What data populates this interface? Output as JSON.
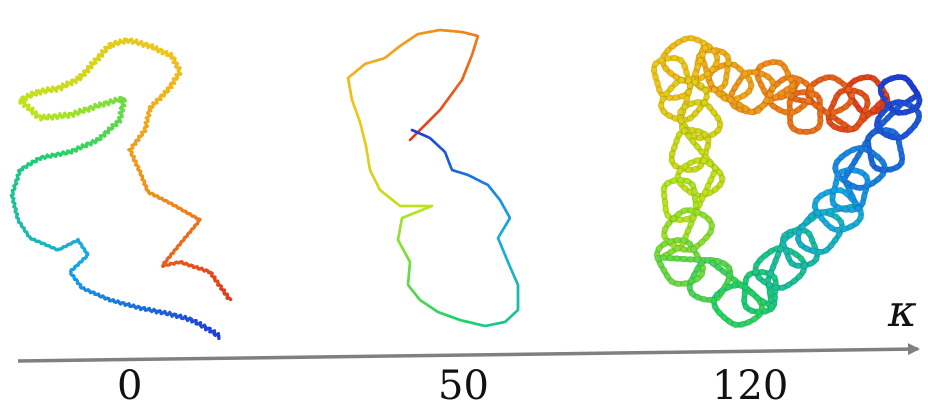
{
  "axis": {
    "symbol": "κ",
    "ticks": [
      {
        "label": "0"
      },
      {
        "label": "50"
      },
      {
        "label": "120"
      }
    ],
    "color": "#808080"
  },
  "chains": [
    {
      "kappa_label": "0",
      "coil_style": "rough-thin",
      "colormap": [
        "#1f3bd6",
        "#17a8e6",
        "#1fd16b",
        "#b8e61b",
        "#f0c419",
        "#f08a1b",
        "#e03a1b"
      ]
    },
    {
      "kappa_label": "50",
      "coil_style": "smooth-thin",
      "colormap": [
        "#1f3bd6",
        "#17a8e6",
        "#1fd16b",
        "#b8e61b",
        "#f0c419",
        "#f08a1b",
        "#e03a1b"
      ]
    },
    {
      "kappa_label": "120",
      "coil_style": "beaded-thick-loops",
      "colormap": [
        "#1f3bd6",
        "#17a8e6",
        "#1fd16b",
        "#b8e61b",
        "#f0c419",
        "#f08a1b",
        "#e03a1b"
      ]
    }
  ]
}
